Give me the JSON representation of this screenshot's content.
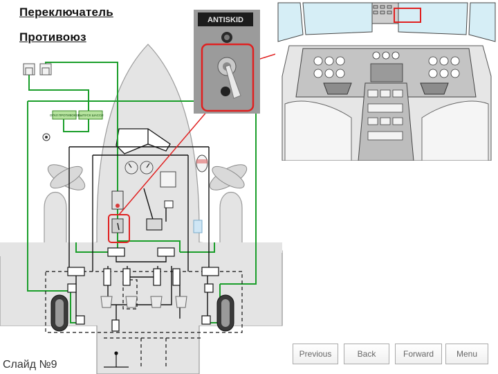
{
  "title_line1": "Переключатель",
  "title_line2": "Противоюз",
  "panel_label": "ANTISKID",
  "box_label_left": "ОТКЛ ПРОТИВОЮЗ",
  "box_label_right": "ВЫПУСК ШАССИ",
  "slide_number": "Слайд №9",
  "nav": {
    "previous": "Previous",
    "back": "Back",
    "forward": "Forward",
    "menu": "Menu"
  },
  "colors": {
    "green_line": "#1a9e2a",
    "highlight_red": "#e02020",
    "fuselage": "#e4e4e4",
    "fuselage_stroke": "#9a9a9a"
  }
}
